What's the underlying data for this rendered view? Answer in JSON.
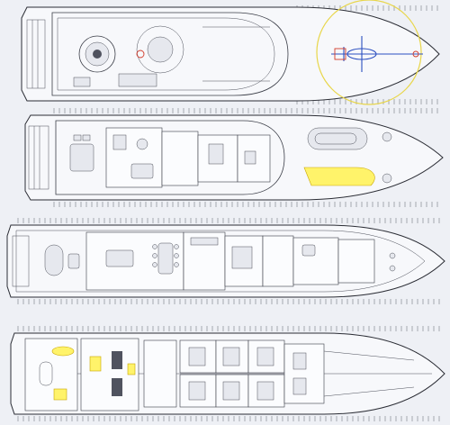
{
  "drawing": {
    "decks": [
      {
        "id": "sun-deck"
      },
      {
        "id": "bridge-deck"
      },
      {
        "id": "main-deck"
      },
      {
        "id": "lower-deck"
      }
    ]
  },
  "colors": {
    "paper": "#eef0f5",
    "linework": "#2b2d35",
    "highlight_yellow": "#fff36a",
    "accent_red": "#d23a2a",
    "accent_blue": "#2b4fc0"
  }
}
